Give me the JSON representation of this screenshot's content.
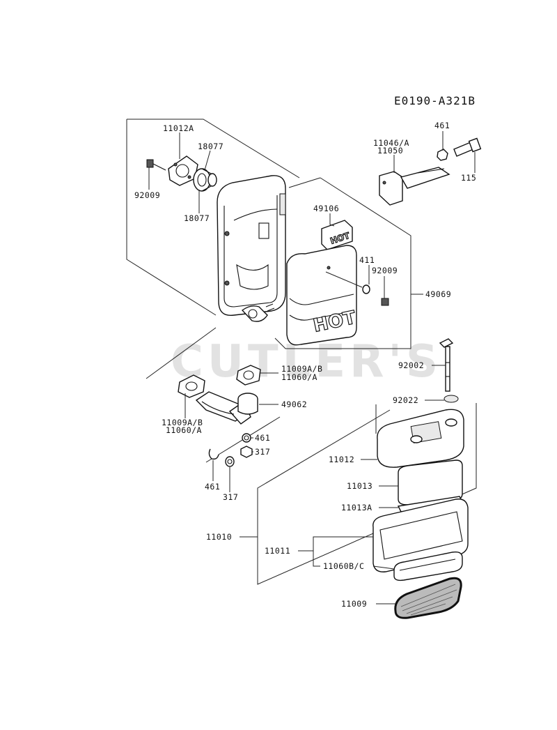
{
  "diagram_code": "E0190-A321B",
  "watermark": "CUTLER'S",
  "muffler_labels": {
    "part_11012A": "11012A",
    "part_18077_top": "18077",
    "part_18077_bottom": "18077",
    "part_92009_left": "92009",
    "part_49106": "49106",
    "part_411": "411",
    "part_92009_right": "92009",
    "part_49069": "49069",
    "cover_hot_top": "HOT",
    "cover_hot_main": "HOT"
  },
  "bracket_labels": {
    "part_11046A": "11046/A",
    "part_11050": "11050",
    "part_461_top": "461",
    "part_115": "115"
  },
  "exhaust_labels": {
    "part_11009AB_upper": "11009A/B",
    "part_11060A_upper": "11060/A",
    "part_49062": "49062",
    "part_11009AB_lower": "11009A/B",
    "part_11060A_lower": "11060/A",
    "part_461_mid": "461",
    "part_317_mid": "317",
    "part_461_low": "461",
    "part_317_low": "317"
  },
  "air_cleaner_labels": {
    "part_92002": "92002",
    "part_92022": "92022",
    "part_11012": "11012",
    "part_11013": "11013",
    "part_11013A": "11013A",
    "part_11010": "11010",
    "part_11011": "11011",
    "part_11060BC": "11060B/C",
    "part_11009": "11009"
  }
}
